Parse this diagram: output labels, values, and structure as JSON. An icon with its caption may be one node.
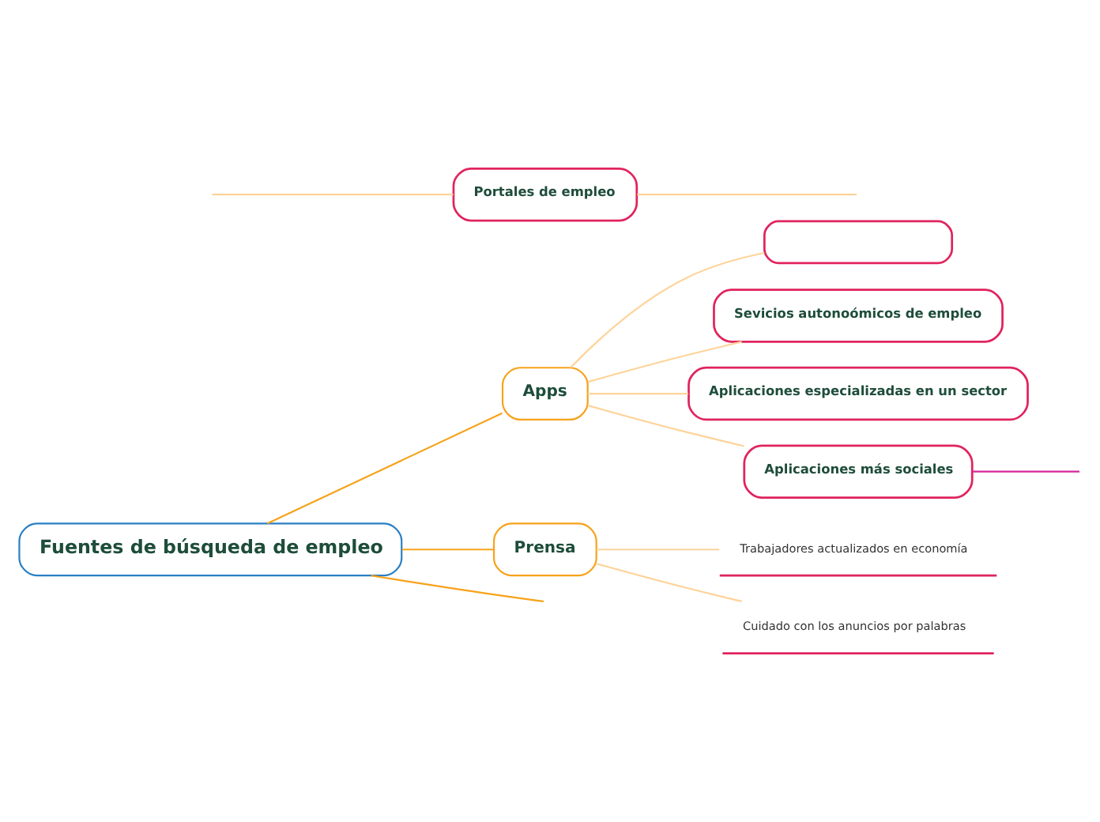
{
  "diagram": {
    "nodes": [
      {
        "text": [
          "Fuentes de búsqueda de empleo"
        ]
      },
      {
        "text": [
          "Portales de empleo"
        ]
      },
      {
        "text": [
          "Apps"
        ]
      },
      {
        "text": [],
        "shape": "box"
      },
      {
        "text": [
          "Sevicios autonoómicos de empleo"
        ]
      },
      {
        "text": [
          "Aplicaciones especializadas en un sector"
        ]
      },
      {
        "text": [
          "Aplicaciones más sociales"
        ]
      },
      {
        "text": [
          "Prensa"
        ]
      },
      {
        "text": [
          "Trabajadores actualizados en economía"
        ]
      },
      {
        "text": [
          "Cuidado con los anuncios por palabras"
        ]
      }
    ],
    "edges": [
      {
        "from": 0,
        "to": null,
        "arrow": "none",
        "color": "#f7a21b"
      },
      {
        "from": null,
        "to": 1,
        "arrow": "none"
      },
      {
        "from": 1,
        "to": null,
        "arrow": "none"
      },
      {
        "from": 0,
        "to": 2,
        "arrow": "none",
        "color": "#f7a21b"
      },
      {
        "from": 2,
        "to": 3,
        "arrow": "none"
      },
      {
        "from": 2,
        "to": 4,
        "arrow": "none"
      },
      {
        "from": 2,
        "to": 5,
        "arrow": "none"
      },
      {
        "from": 2,
        "to": 6,
        "arrow": "none"
      },
      {
        "from": 6,
        "to": null,
        "arrow": "none",
        "color": "#d6279c"
      },
      {
        "from": 0,
        "to": 7,
        "arrow": "none",
        "color": "#f7a21b"
      },
      {
        "from": 7,
        "to": 8,
        "arrow": "none"
      },
      {
        "from": 7,
        "to": 9,
        "arrow": "none"
      }
    ]
  }
}
